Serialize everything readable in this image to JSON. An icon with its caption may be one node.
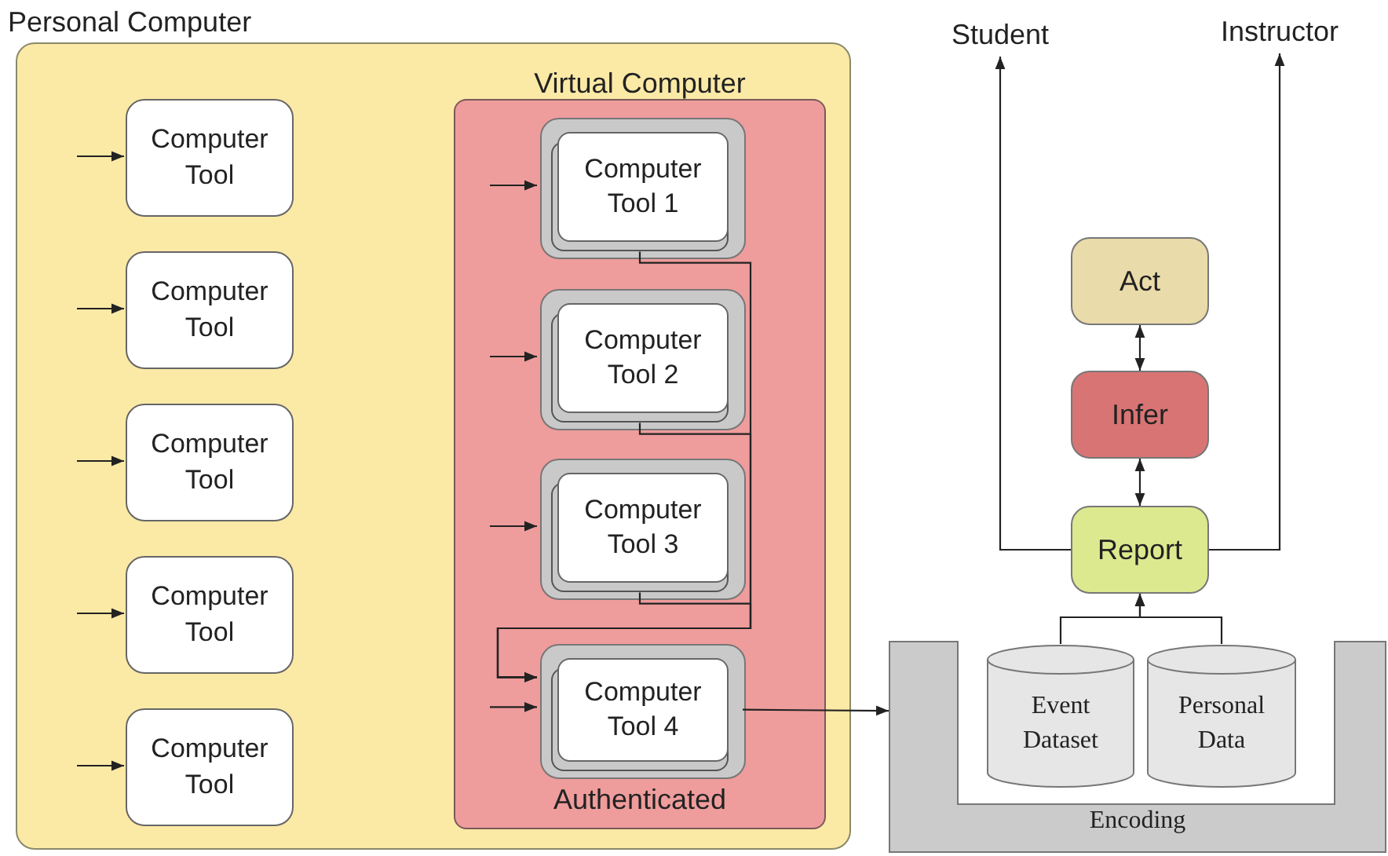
{
  "diagram": {
    "nodes": [
      {
        "text": [
          "Personal Computer"
        ]
      },
      {
        "text": [
          "Computer Tool"
        ],
        "in": 0
      },
      {
        "text": [
          "Computer Tool"
        ],
        "in": 0
      },
      {
        "text": [
          "Computer Tool"
        ],
        "in": 0
      },
      {
        "text": [
          "Computer Tool"
        ],
        "in": 0
      },
      {
        "text": [
          "Computer Tool"
        ],
        "in": 0
      },
      {
        "text": [
          "Virtual Computer",
          "Authenticated"
        ],
        "in": 0
      },
      {
        "text": [
          "Computer Tool 1"
        ],
        "in": 6
      },
      {
        "text": [
          "Computer Tool 2"
        ],
        "in": 6
      },
      {
        "text": [
          "Computer Tool 3"
        ],
        "in": 6
      },
      {
        "text": [
          "Computer Tool 4"
        ],
        "in": 6
      },
      {
        "text": [
          "Encoding"
        ]
      },
      {
        "text": [
          "Event Dataset"
        ]
      },
      {
        "text": [
          "Personal Data"
        ]
      },
      {
        "text": [
          "Report"
        ]
      },
      {
        "text": [
          "Infer"
        ]
      },
      {
        "text": [
          "Act"
        ]
      },
      {
        "text": [
          "Student"
        ]
      },
      {
        "text": [
          "Instructor"
        ]
      }
    ],
    "edges": [
      {
        "from": null,
        "to": 1,
        "arrow": "to"
      },
      {
        "from": null,
        "to": 2,
        "arrow": "to"
      },
      {
        "from": null,
        "to": 3,
        "arrow": "to"
      },
      {
        "from": null,
        "to": 4,
        "arrow": "to"
      },
      {
        "from": null,
        "to": 5,
        "arrow": "to"
      },
      {
        "from": null,
        "to": 7,
        "arrow": "to"
      },
      {
        "from": null,
        "to": 8,
        "arrow": "to"
      },
      {
        "from": null,
        "to": 9,
        "arrow": "to"
      },
      {
        "from": null,
        "to": 10,
        "arrow": "to"
      },
      {
        "from": 7,
        "to": 10,
        "arrow": "to"
      },
      {
        "from": 8,
        "to": 10,
        "arrow": "to"
      },
      {
        "from": 9,
        "to": 10,
        "arrow": "to"
      },
      {
        "from": 10,
        "to": 11,
        "arrow": "to"
      },
      {
        "from": 12,
        "to": 14,
        "arrow": "to"
      },
      {
        "from": 13,
        "to": 14,
        "arrow": "to"
      },
      {
        "from": 14,
        "to": 15,
        "arrow": "both"
      },
      {
        "from": 15,
        "to": 16,
        "arrow": "both"
      },
      {
        "from": 14,
        "to": 17,
        "arrow": "to"
      },
      {
        "from": 14,
        "to": 18,
        "arrow": "to"
      }
    ]
  }
}
